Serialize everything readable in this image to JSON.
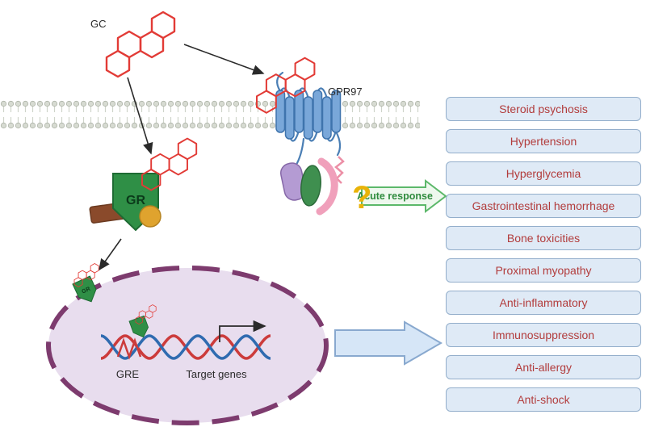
{
  "figure": {
    "labels": {
      "gc": "GC",
      "gpr97": "GPR97",
      "gr": "GR",
      "gre": "GRE",
      "target_genes": "Target genes",
      "acute_response": "Acute response",
      "question_mark": "?"
    },
    "effects": {
      "items": [
        "Steroid psychosis",
        "Hypertension",
        "Hyperglycemia",
        "Gastrointestinal hemorrhage",
        "Bone toxicities",
        "Proximal myopathy",
        "Anti-inflammatory",
        "Immunosuppression",
        "Anti-allergy",
        "Anti-shock"
      ]
    },
    "colors": {
      "effect_box_fill": "#dfeaf6",
      "effect_box_border": "#93aecb",
      "effect_text": "#b23c3c",
      "steroid_red": "#e23b36",
      "receptor_blue": "#79a7d9",
      "gr_green": "#2f8f46",
      "gr_brown": "#8a4a2b",
      "gr_orange": "#dfa32e",
      "gprotein_purple": "#b49bd3",
      "gprotein_green": "#3f8f4f",
      "gprotein_pink": "#f0a0bb",
      "nucleus_fill": "#e8ddee",
      "nucleus_border": "#7d3b6e",
      "dna_red": "#cc3b3b",
      "dna_blue": "#2f6bb0",
      "acute_arrow_green": "#5cb86a",
      "question_yellow": "#e9b308",
      "membrane_gray": "#d7dbd2",
      "block_arrow_fill": "#d6e6f7"
    }
  }
}
